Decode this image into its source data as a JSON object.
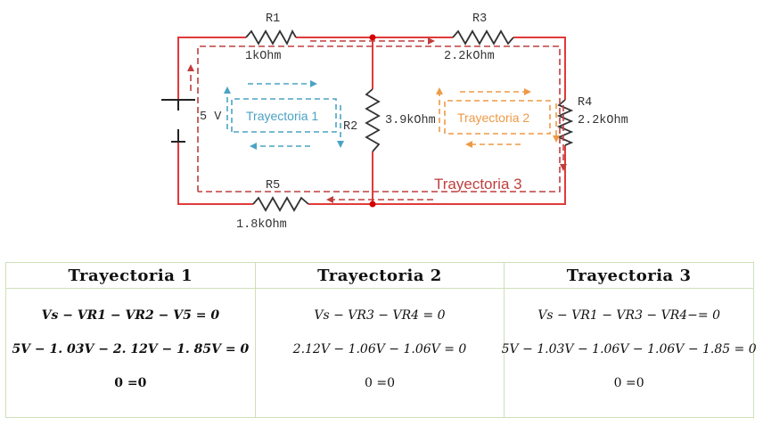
{
  "circuit": {
    "components": {
      "r1": {
        "name": "R1",
        "value": "1kOhm"
      },
      "r3": {
        "name": "R3",
        "value": "2.2kOhm"
      },
      "r2": {
        "name": "R2",
        "value": "3.9kOhm"
      },
      "r4": {
        "name": "R4",
        "value": "2.2kOhm"
      },
      "r5": {
        "name": "R5",
        "value": "1.8kOhm"
      },
      "source": {
        "value": "5 V"
      }
    },
    "paths": {
      "t1": "Trayectoria 1",
      "t2": "Trayectoria 2",
      "t3": "Trayectoria 3"
    },
    "colors": {
      "wire": "#e03a3a",
      "node": "#d40000",
      "t1": "#4aa3c4",
      "t2": "#ee9a45",
      "t3": "#c03e3e",
      "resistor": "#333333"
    }
  },
  "table": {
    "headers": [
      "Trayectoria  1",
      "Trayectoria  2",
      "Trayectoria  3"
    ],
    "columns": [
      {
        "style": "bold",
        "rows": [
          "Vs − VR1 − VR2 − V5 = 0",
          "5V − 1. 03V − 2. 12V − 1. 85V = 0",
          "0 =0"
        ]
      },
      {
        "style": "plain",
        "rows": [
          "Vs − VR3 − VR4 = 0",
          "2.12V − 1.06V − 1.06V = 0",
          "0 =0"
        ]
      },
      {
        "style": "plain",
        "rows": [
          "Vs − VR1 − VR3 − VR4−= 0",
          "5V − 1.03V − 1.06V − 1.06V − 1.85 = 0",
          "0 =0"
        ]
      }
    ],
    "border_color": "#cfe0b8"
  }
}
